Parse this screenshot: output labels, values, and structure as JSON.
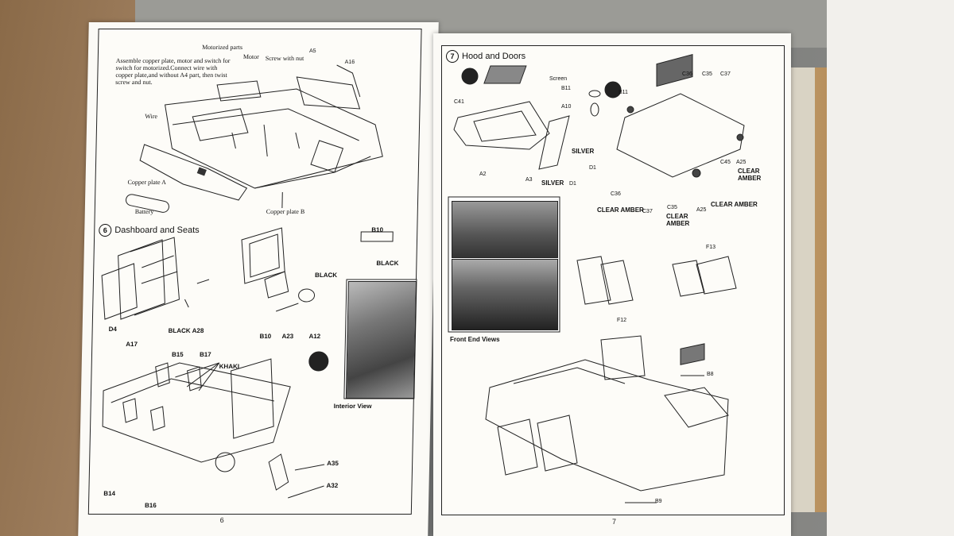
{
  "left_page": {
    "motorized": {
      "title": "Motorized parts",
      "note": "Assemble copper plate, motor and switch for switch for motorized.Connect wire with copper plate,and without A4 part, then twist screw and nut.",
      "labels": {
        "motor": "Motor",
        "screw_nut": "Screw with nut",
        "a5": "A5",
        "a16": "A16",
        "wire": "Wire",
        "copper_a": "Copper plate A",
        "copper_b": "Copper plate B",
        "battery": "Battery"
      }
    },
    "section6": {
      "number": "6",
      "title": "Dashboard and Seats",
      "labels": {
        "d4": "D4",
        "a17": "A17",
        "black_a28": "BLACK",
        "a28": "A28",
        "b10_top": "B10",
        "black_b10": "BLACK",
        "black_wheel": "BLACK",
        "b10": "B10",
        "a23": "A23",
        "a12": "A12",
        "b15": "B15",
        "b17": "B17",
        "khaki": "KHAKI",
        "a35": "A35",
        "a32": "A32",
        "b14": "B14",
        "b16": "B16",
        "interior_view": "Interior View"
      }
    },
    "page_number": "6"
  },
  "right_page": {
    "section7": {
      "number": "7",
      "title": "Hood and Doors",
      "labels": {
        "screen": "Screen",
        "b11a": "B11",
        "a10": "A10",
        "c41": "C41",
        "b11b": "B11",
        "c36a": "C36",
        "c35a": "C35",
        "c37a": "C37",
        "silver1": "SILVER",
        "silver2": "SILVER",
        "d1a": "D1",
        "d1b": "D1",
        "a2": "A2",
        "a3": "A3",
        "c45": "C45",
        "a25a": "A25",
        "clear_amber1": "CLEAR AMBER",
        "c36b": "C36",
        "clear_amber2": "CLEAR AMBER",
        "c37b": "C37",
        "c35b": "C35",
        "clear_amber3": "CLEAR AMBER",
        "a25b": "A25",
        "clear_amber4": "CLEAR AMBER",
        "f13": "F13",
        "f12": "F12",
        "b8": "B8",
        "b9": "B9",
        "front_end_views": "Front End Views"
      }
    },
    "page_number": "7"
  }
}
